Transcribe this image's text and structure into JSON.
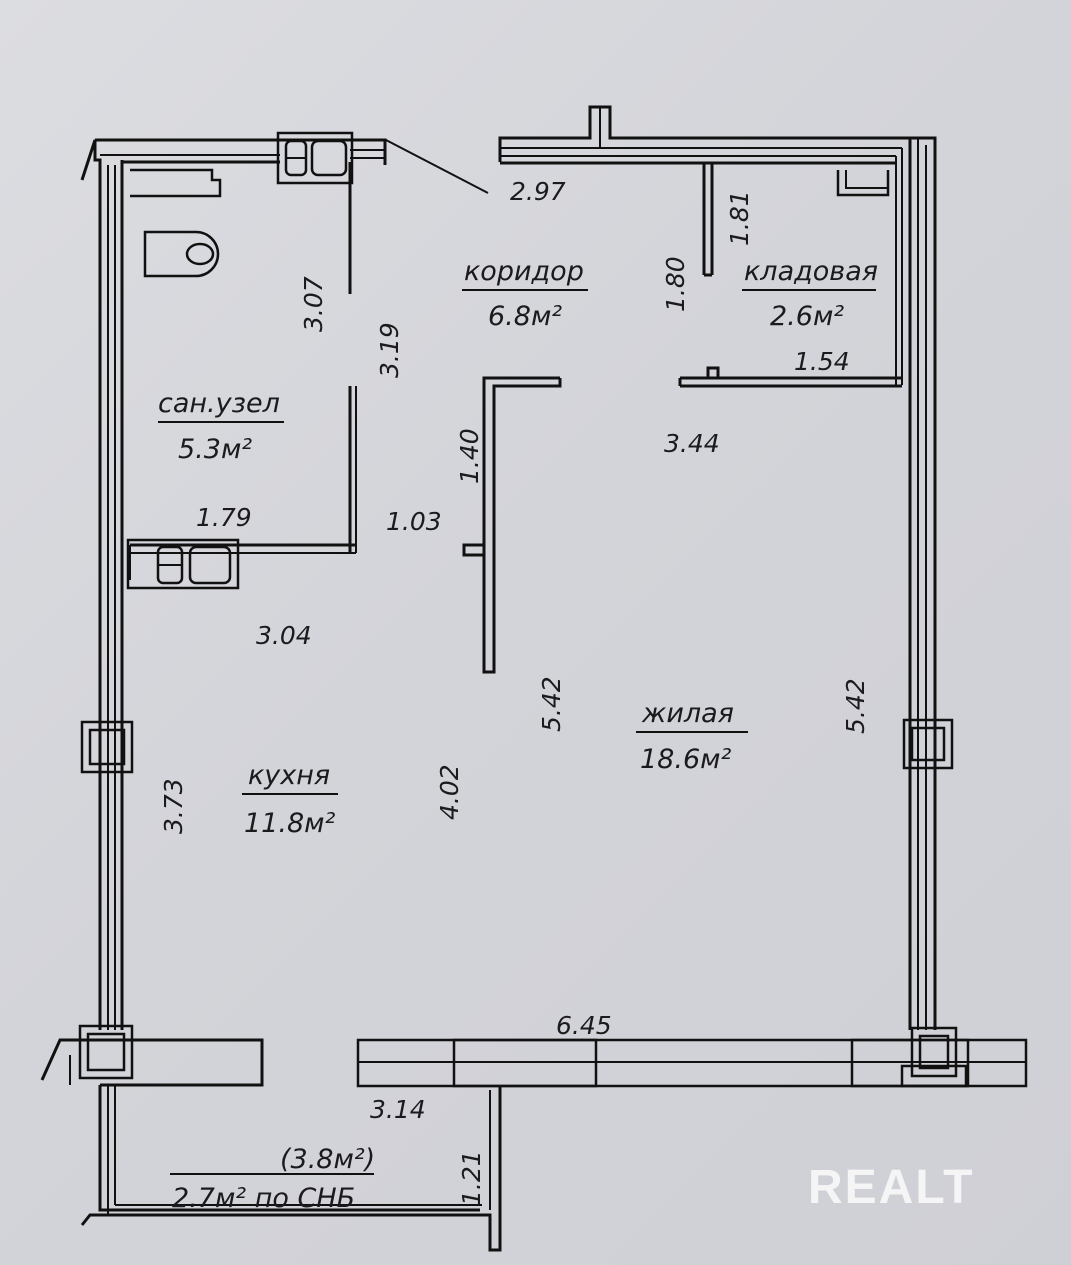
{
  "rooms": {
    "corridor": {
      "name": "коридор",
      "area": "6.8м²"
    },
    "storage": {
      "name": "кладовая",
      "area": "2.6м²"
    },
    "bathroom": {
      "name": "сан.узел",
      "area": "5.3м²"
    },
    "living": {
      "name": "жилая",
      "area": "18.6м²"
    },
    "kitchen": {
      "name": "кухня",
      "area": "11.8м²"
    },
    "balcony": {
      "area_total": "(3.8м²)",
      "area_snb": "2.7м² по СНБ"
    }
  },
  "dimensions": {
    "corridor_width": "2.97",
    "storage_depth": "1.81",
    "storage_wall": "1.80",
    "bath_height": "3.07",
    "corridor_length": "3.19",
    "storage_width": "1.54",
    "corridor_wall": "1.40",
    "living_top": "3.44",
    "bath_width": "1.79",
    "door_gap": "1.03",
    "kitchen_top": "3.04",
    "living_left": "5.42",
    "living_right": "5.42",
    "kitchen_left": "3.73",
    "kitchen_right": "4.02",
    "bottom_width": "6.45",
    "balcony_width": "3.14",
    "balcony_depth": "1.21"
  },
  "watermark": "REALT"
}
